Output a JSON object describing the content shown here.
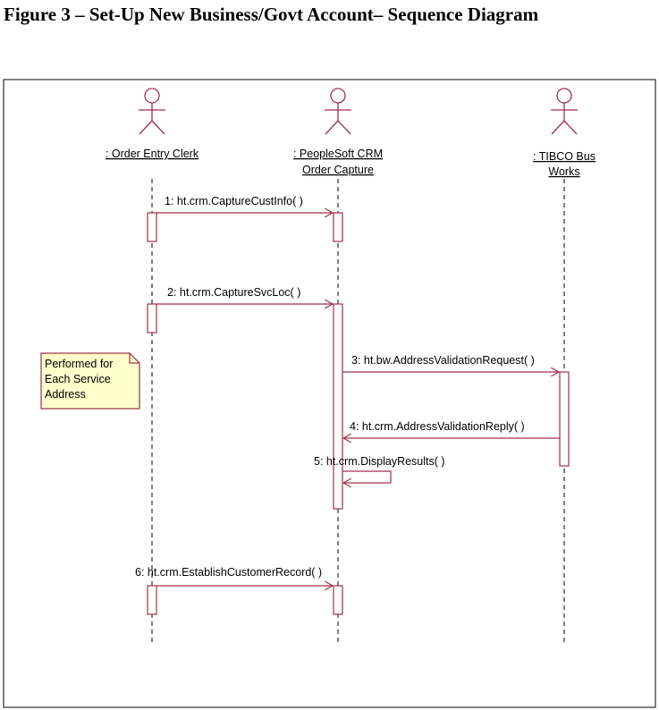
{
  "figure_title": "Figure 3 – Set-Up New Business/Govt Account– Sequence Diagram",
  "actors": [
    {
      "id": "clerk",
      "lines": [
        ": Order Entry Clerk"
      ]
    },
    {
      "id": "crm",
      "lines": [
        ": PeopleSoft CRM",
        "Order Capture"
      ]
    },
    {
      "id": "tibco",
      "lines": [
        ": TIBCO Bus",
        "Works"
      ]
    }
  ],
  "messages": [
    {
      "id": "m1",
      "label": "1: ht.crm.CaptureCustInfo( )"
    },
    {
      "id": "m2",
      "label": "2: ht.crm.CaptureSvcLoc( )"
    },
    {
      "id": "m3",
      "label": "3: ht.bw.AddressValidationRequest( )"
    },
    {
      "id": "m4",
      "label": "4: ht.crm.AddressValidationReply( )"
    },
    {
      "id": "m5",
      "label": "5: ht.crm.DisplayResults( )"
    },
    {
      "id": "m6",
      "label": "6: ht.crm.EstablishCustomerRecord( )"
    }
  ],
  "note": {
    "lines": [
      "Performed for",
      "Each Service",
      "Address"
    ]
  },
  "colors": {
    "line": "#a0304a",
    "note_fill": "#ffffcc",
    "note_border": "#a0304a",
    "frame": "#000000"
  }
}
